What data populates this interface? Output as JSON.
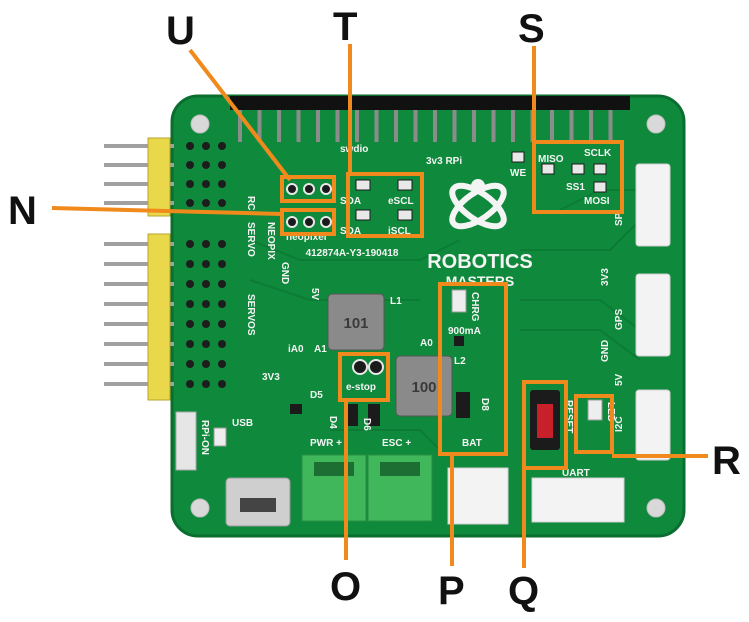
{
  "callouts": [
    "N",
    "O",
    "P",
    "Q",
    "R",
    "S",
    "T",
    "U"
  ],
  "board": {
    "logo_line1": "ROBOTICS",
    "logo_line2": "MASTERS",
    "serial": "412874A-Y3-190418",
    "labels": {
      "rc": "RC",
      "servo": "SERVO",
      "neopix": "NEOPIX",
      "servos": "SERVOS",
      "gnd": "GND",
      "v5": "5V",
      "neopixel": "neopixel",
      "sda1": "SDA",
      "sda2": "SDA",
      "escl": "eSCL",
      "iscl": "iSCL",
      "swdio": "swdio",
      "rpi": "3v3 RPi",
      "we": "WE",
      "miso": "MISO",
      "sclk": "SCLK",
      "ss1": "SS1",
      "mosi": "MOSI",
      "spi": "SPI",
      "v3_right": "3V3",
      "gps": "GPS",
      "gnd_right": "GND",
      "v5_right": "5V",
      "i2c": "I2C",
      "chrg": "CHRG",
      "ma": "900mA",
      "a0": "A0",
      "ia0": "iA0",
      "a1": "A1",
      "v3_left": "3V3",
      "estop": "e-stop",
      "d5": "D5",
      "d4": "D4",
      "d6": "D6",
      "d8": "D8",
      "l1": "L1",
      "l2": "L2",
      "usb": "USB",
      "rpi_on": "RPi-ON",
      "pwr": "PWR +",
      "esc": "ESC +",
      "bat": "BAT",
      "led": "LED",
      "reset": "RESET",
      "uart": "UART",
      "ind_top": "101",
      "ind_bottom": "100"
    }
  },
  "colors": {
    "pcb": "#0f8a3c",
    "pcb_edge": "#0a6e2e",
    "highlight": "#f08a1c",
    "header": "#e9d84a",
    "terminal": "#3fb75a"
  }
}
